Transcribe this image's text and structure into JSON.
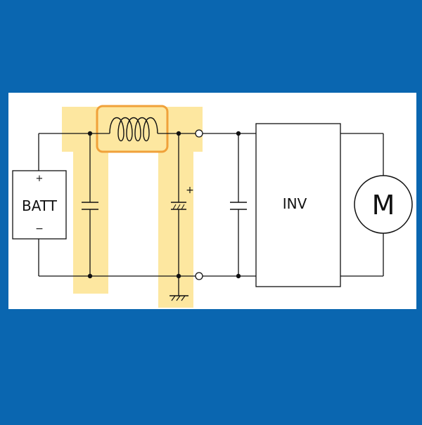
{
  "colors": {
    "background": "#0a66b0",
    "panel": "#ffffff",
    "wire": "#111111",
    "highlight": "#fde7a0",
    "inductor_border": "#f0a13a"
  },
  "labels": {
    "battery": "BATT",
    "battery_plus": "+",
    "battery_minus": "−",
    "cap_plus": "+",
    "inverter": "INV",
    "motor": "M"
  }
}
